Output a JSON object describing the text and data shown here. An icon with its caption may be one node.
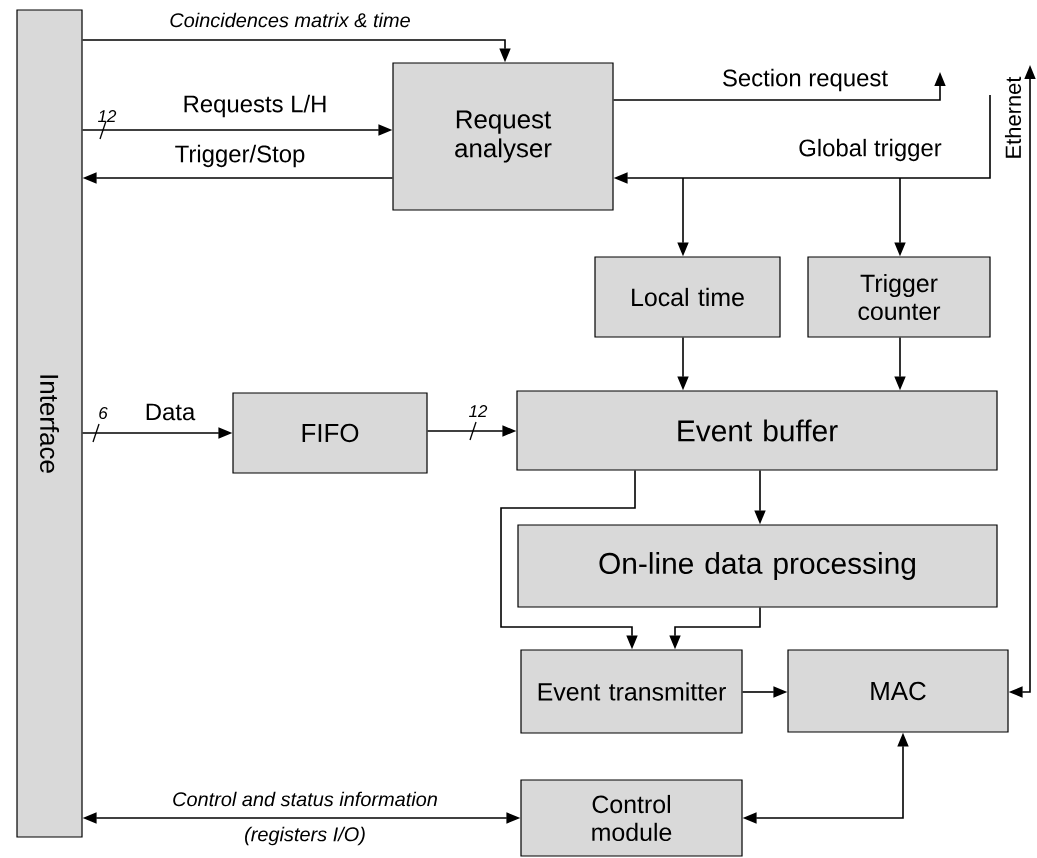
{
  "diagram": {
    "nodes": [
      {
        "text": [
          "Interface"
        ]
      },
      {
        "text": [
          "Request analyser"
        ]
      },
      {
        "text": [
          "Local time"
        ]
      },
      {
        "text": [
          "Trigger counter"
        ]
      },
      {
        "text": [
          "FIFO"
        ]
      },
      {
        "text": [
          "Event buffer"
        ]
      },
      {
        "text": [
          "On-line data processing"
        ]
      },
      {
        "text": [
          "Event transmitter"
        ]
      },
      {
        "text": [
          "MAC"
        ]
      },
      {
        "text": [
          "Control module"
        ]
      }
    ],
    "edges": [
      {
        "from": 0,
        "to": 1,
        "arrow": "to",
        "label": "Coincidences matrix & time"
      },
      {
        "from": 0,
        "to": 1,
        "arrow": "to",
        "label": "Requests L/H"
      },
      {
        "from": 1,
        "to": 0,
        "arrow": "to",
        "label": "Trigger/Stop"
      },
      {
        "from": 1,
        "to": null,
        "arrow": "to",
        "label": "Section request"
      },
      {
        "from": null,
        "to": 1,
        "arrow": "to",
        "label": "Global trigger"
      },
      {
        "from": null,
        "to": 2,
        "arrow": "to"
      },
      {
        "from": null,
        "to": 3,
        "arrow": "to"
      },
      {
        "from": 2,
        "to": 5,
        "arrow": "to"
      },
      {
        "from": 3,
        "to": 5,
        "arrow": "to"
      },
      {
        "from": 0,
        "to": 4,
        "arrow": "to",
        "label": "Data"
      },
      {
        "from": 4,
        "to": 5,
        "arrow": "to"
      },
      {
        "from": 5,
        "to": 6,
        "arrow": "to"
      },
      {
        "from": 5,
        "to": 7,
        "arrow": "to"
      },
      {
        "from": 6,
        "to": 7,
        "arrow": "to"
      },
      {
        "from": 7,
        "to": 8,
        "arrow": "to"
      },
      {
        "from": 9,
        "to": 8,
        "arrow": "both"
      },
      {
        "from": 0,
        "to": 9,
        "arrow": "both",
        "label": "Control and status information"
      },
      {
        "from": null,
        "to": 8,
        "arrow": "both",
        "label": "Ethernet"
      }
    ],
    "labels": [
      "12",
      "6",
      "12",
      "(registers I/O)"
    ]
  }
}
